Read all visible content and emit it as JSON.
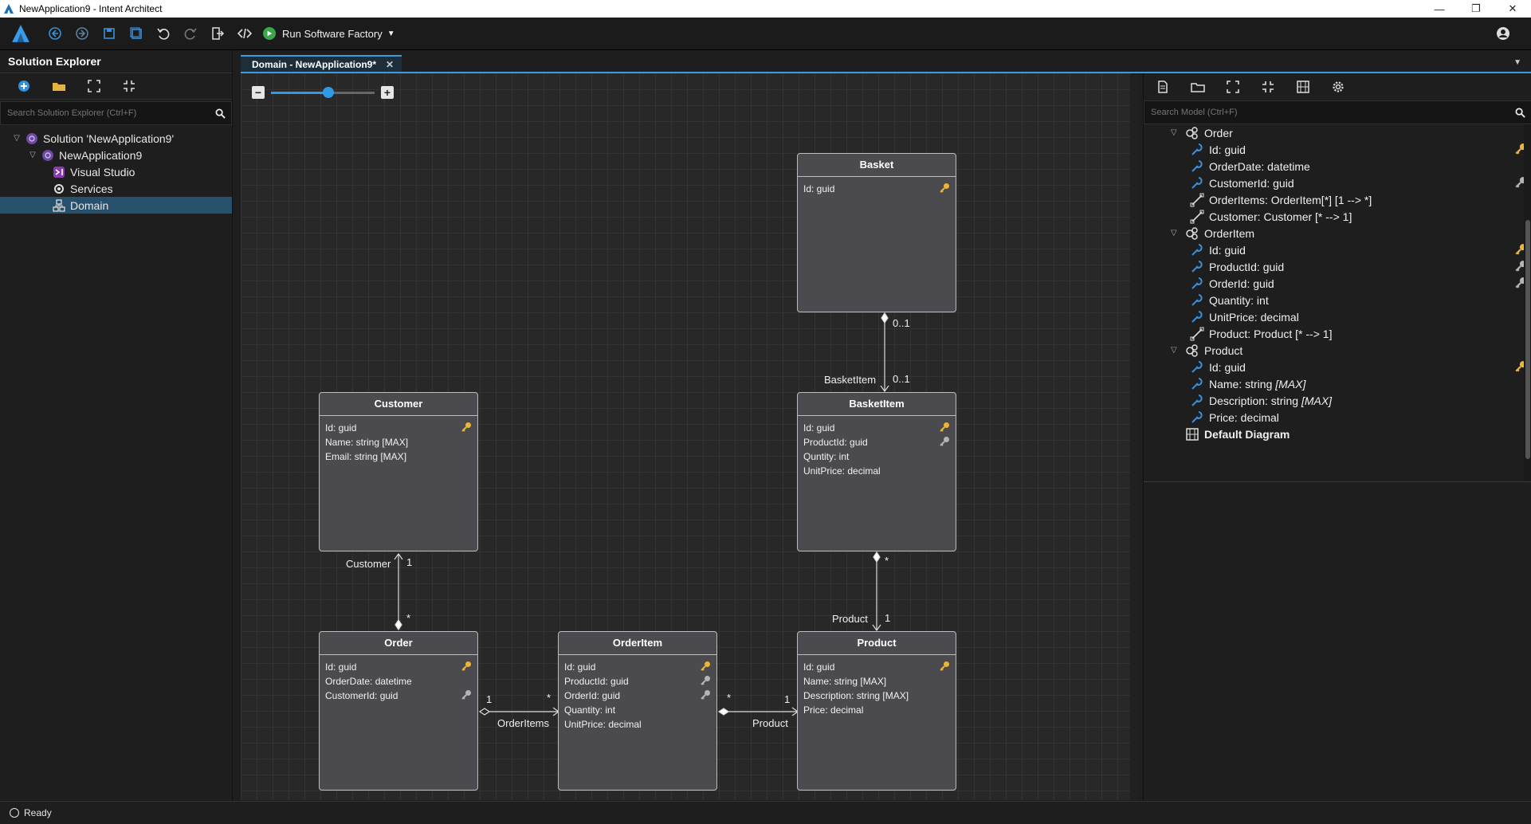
{
  "window": {
    "title": "NewApplication9 - Intent Architect",
    "controls": [
      "minimize-icon",
      "restore-icon",
      "close-icon"
    ]
  },
  "toolbar": {
    "run_label": "Run Software Factory",
    "buttons": [
      "back-icon",
      "forward-icon",
      "save-icon",
      "save-all-icon",
      "undo-icon",
      "redo-icon",
      "export-icon",
      "code-icon"
    ]
  },
  "solution_explorer": {
    "title": "Solution Explorer",
    "search_placeholder": "Search Solution Explorer (Ctrl+F)",
    "items": [
      {
        "label": "Solution 'NewApplication9'",
        "icon": "solution-icon"
      },
      {
        "label": "NewApplication9",
        "icon": "application-icon"
      },
      {
        "label": "Visual Studio",
        "icon": "visual-studio-icon"
      },
      {
        "label": "Services",
        "icon": "services-icon"
      },
      {
        "label": "Domain",
        "icon": "domain-icon",
        "selected": true
      }
    ]
  },
  "tabs": [
    {
      "label": "Domain - NewApplication9*"
    }
  ],
  "zoom": {
    "level": 0.55
  },
  "diagram": {
    "entities": {
      "basket": {
        "name": "Basket",
        "attrs": [
          "Id: guid"
        ]
      },
      "customer": {
        "name": "Customer",
        "attrs": [
          "Id: guid",
          "Name: string [MAX]",
          "Email: string [MAX]"
        ]
      },
      "basketitem": {
        "name": "BasketItem",
        "attrs": [
          "Id: guid",
          "ProductId: guid",
          "Quntity: int",
          "UnitPrice: decimal"
        ]
      },
      "order": {
        "name": "Order",
        "attrs": [
          "Id: guid",
          "OrderDate: datetime",
          "CustomerId: guid"
        ]
      },
      "orderitem": {
        "name": "OrderItem",
        "attrs": [
          "Id: guid",
          "ProductId: guid",
          "OrderId: guid",
          "Quantity: int",
          "UnitPrice: decimal"
        ]
      },
      "product": {
        "name": "Product",
        "attrs": [
          "Id: guid",
          "Name: string [MAX]",
          "Description: string [MAX]",
          "Price: decimal"
        ]
      }
    },
    "labels": {
      "basket_mult_top": "0..1",
      "basketitem_name": "BasketItem",
      "basketitem_mult": "0..1",
      "customer_name": "Customer",
      "customer_mult": "1",
      "order_mult": "*",
      "basketitem_product_mult": "*",
      "product_name": "Product",
      "product_mult": "1",
      "order_oi_mult": "1",
      "oi_mult": "*",
      "orderitems_name": "OrderItems",
      "oi_product_mult": "*",
      "oi_product_mult2": "1",
      "oi_product_name": "Product"
    }
  },
  "model_panel": {
    "search_placeholder": "Search Model (Ctrl+F)",
    "items": [
      {
        "label": "Order",
        "type": "class"
      },
      {
        "label": "Id: guid",
        "type": "attribute",
        "key": "primary"
      },
      {
        "label": "OrderDate: datetime",
        "type": "attribute"
      },
      {
        "label": "CustomerId: guid",
        "type": "attribute",
        "key": "foreign"
      },
      {
        "label": "OrderItems: OrderItem[*] [1 --> *]",
        "type": "association"
      },
      {
        "label": "Customer: Customer [* --> 1]",
        "type": "association"
      },
      {
        "label": "OrderItem",
        "type": "class"
      },
      {
        "label": "Id: guid",
        "type": "attribute",
        "key": "primary"
      },
      {
        "label": "ProductId: guid",
        "type": "attribute",
        "key": "foreign"
      },
      {
        "label": "OrderId: guid",
        "type": "attribute",
        "key": "foreign"
      },
      {
        "label": "Quantity: int",
        "type": "attribute"
      },
      {
        "label": "UnitPrice: decimal",
        "type": "attribute"
      },
      {
        "label": "Product: Product [* --> 1]",
        "type": "association"
      },
      {
        "label": "Product",
        "type": "class"
      },
      {
        "label": "Id: guid",
        "type": "attribute",
        "key": "primary"
      },
      {
        "label": "Name: string",
        "suffix": "[MAX]",
        "type": "attribute"
      },
      {
        "label": "Description: string",
        "suffix": "[MAX]",
        "type": "attribute"
      },
      {
        "label": "Price: decimal",
        "type": "attribute"
      },
      {
        "label": "Default Diagram",
        "type": "diagram"
      }
    ]
  },
  "status": {
    "text": "Ready"
  }
}
